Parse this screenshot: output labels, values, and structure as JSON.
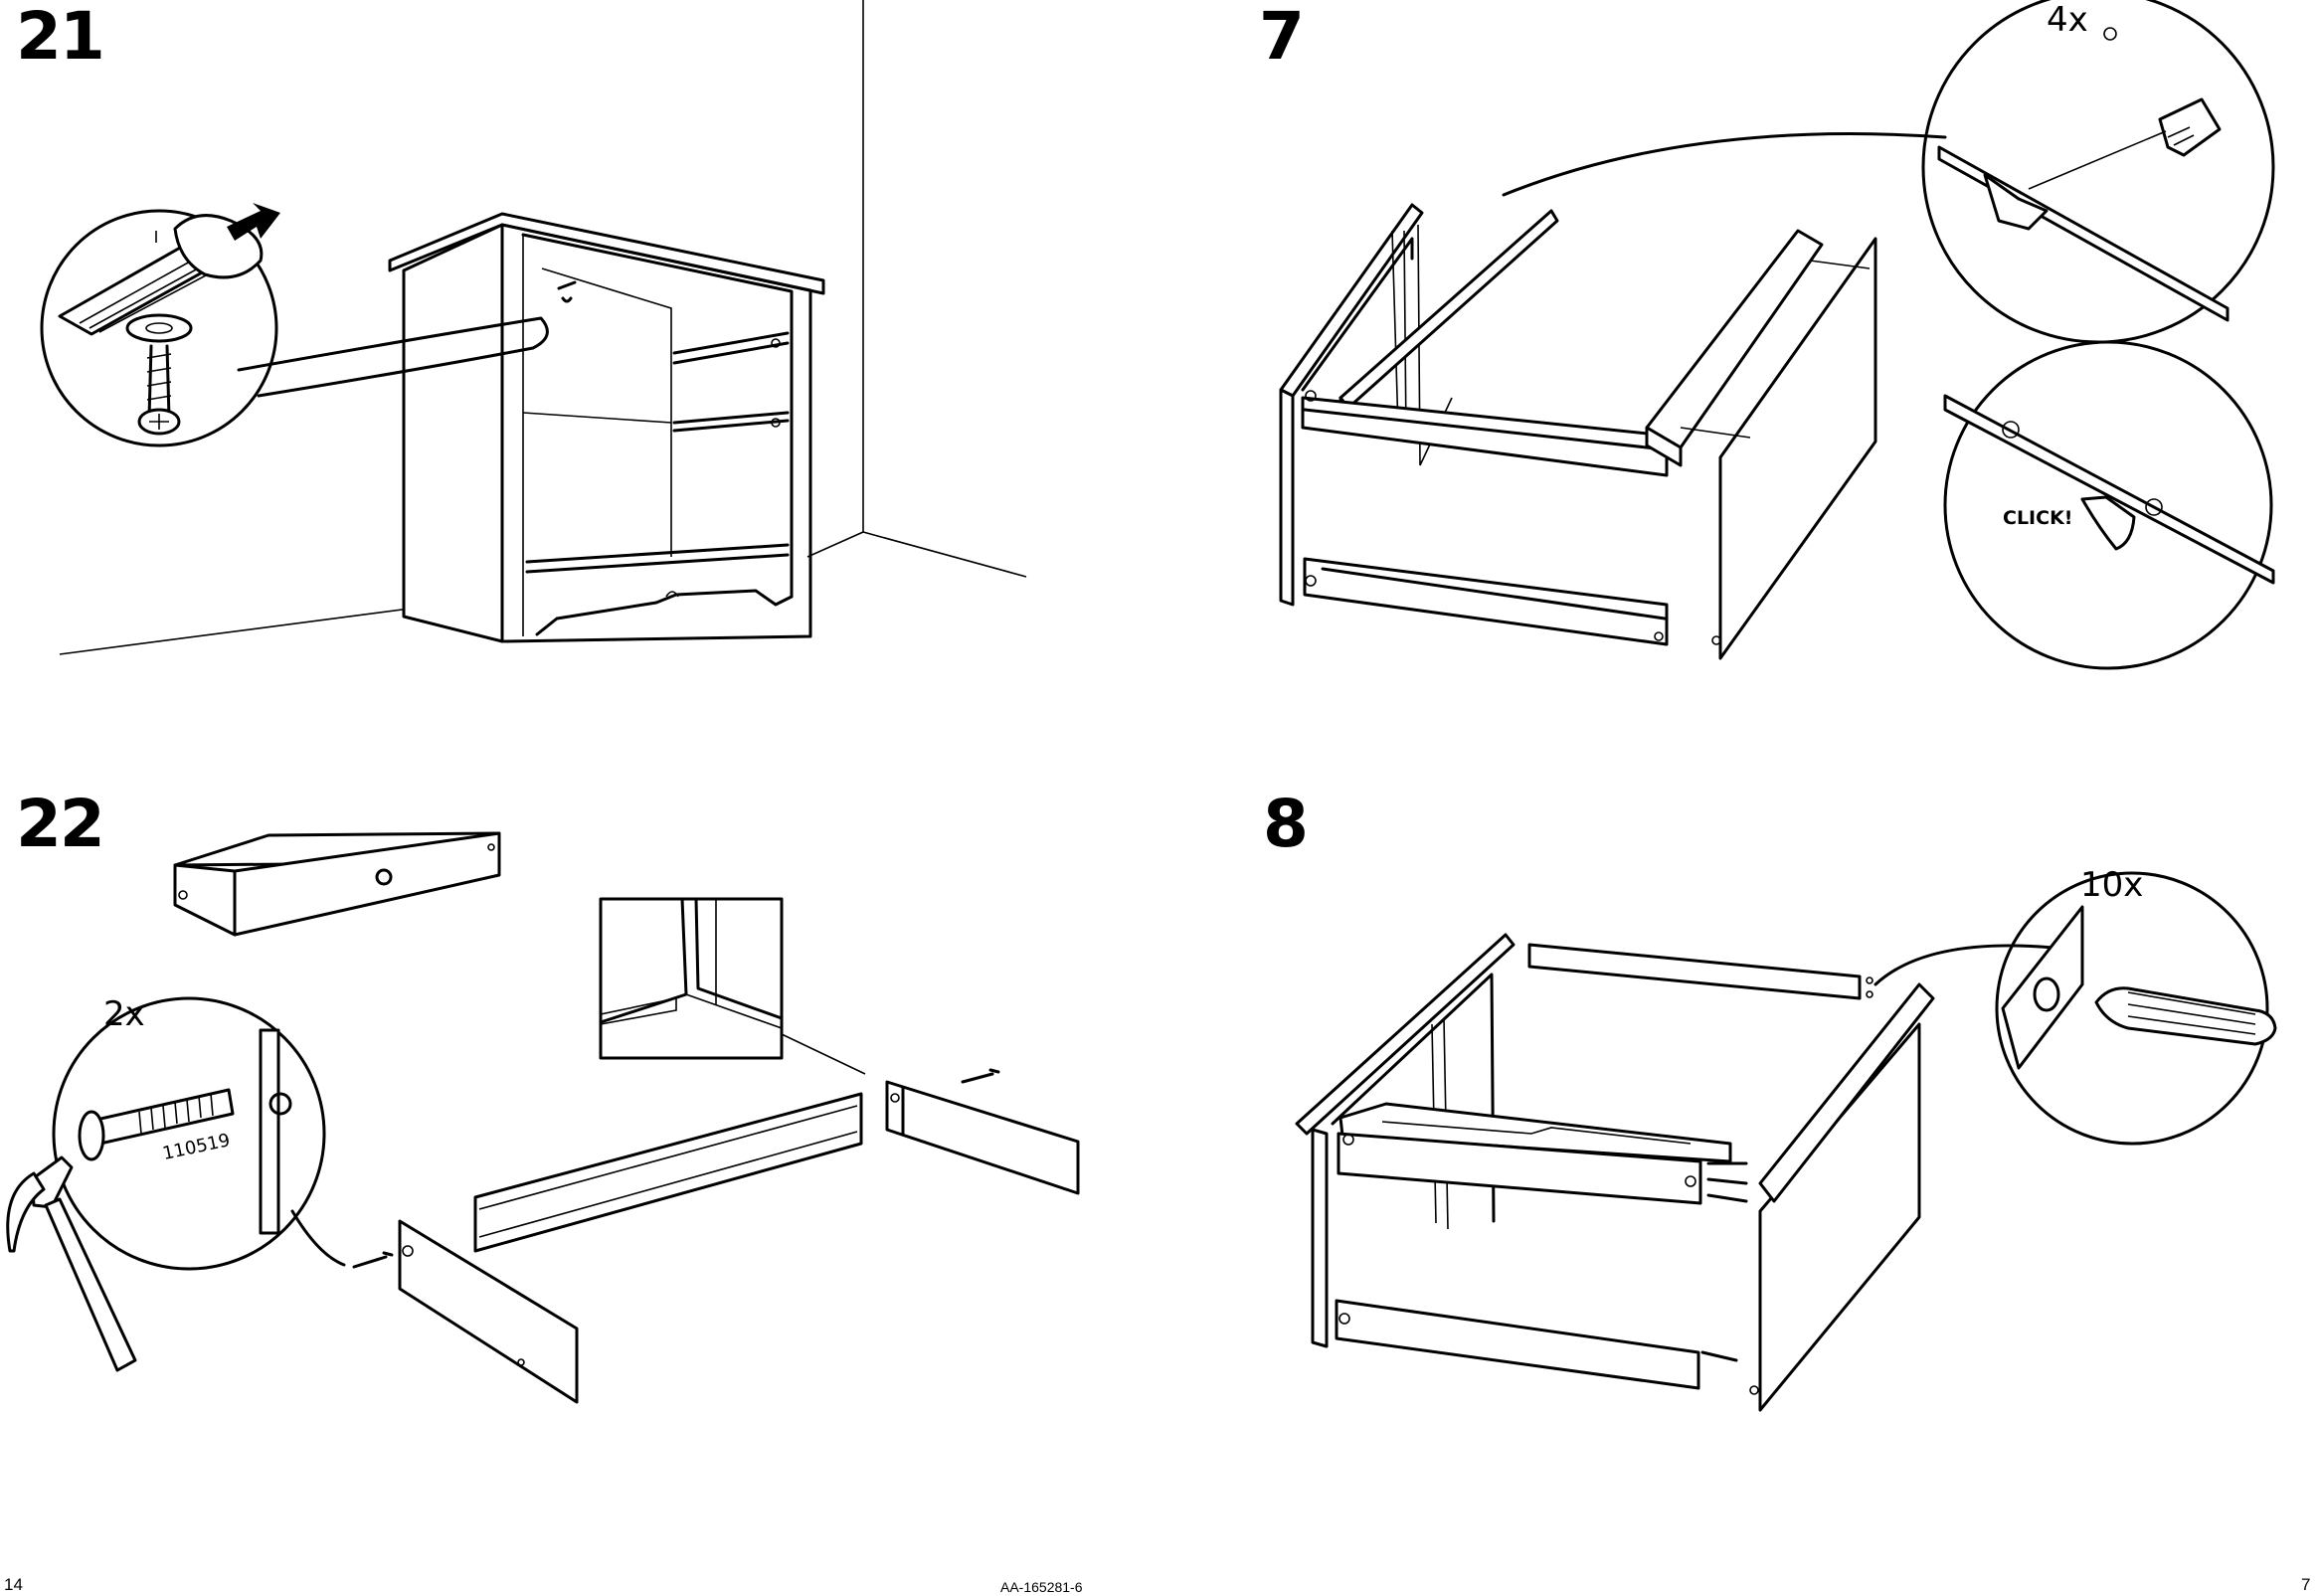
{
  "steps": {
    "s21": "21",
    "s7": "7",
    "s22": "22",
    "s8": "8"
  },
  "quantities": {
    "q4x": "4x",
    "q2x": "2x",
    "q10x": "10x"
  },
  "labels": {
    "click": "CLICK!",
    "part_number": "110519"
  },
  "footer": {
    "left_page": "14",
    "doc_code": "AA-165281-6",
    "right_page": "7"
  }
}
